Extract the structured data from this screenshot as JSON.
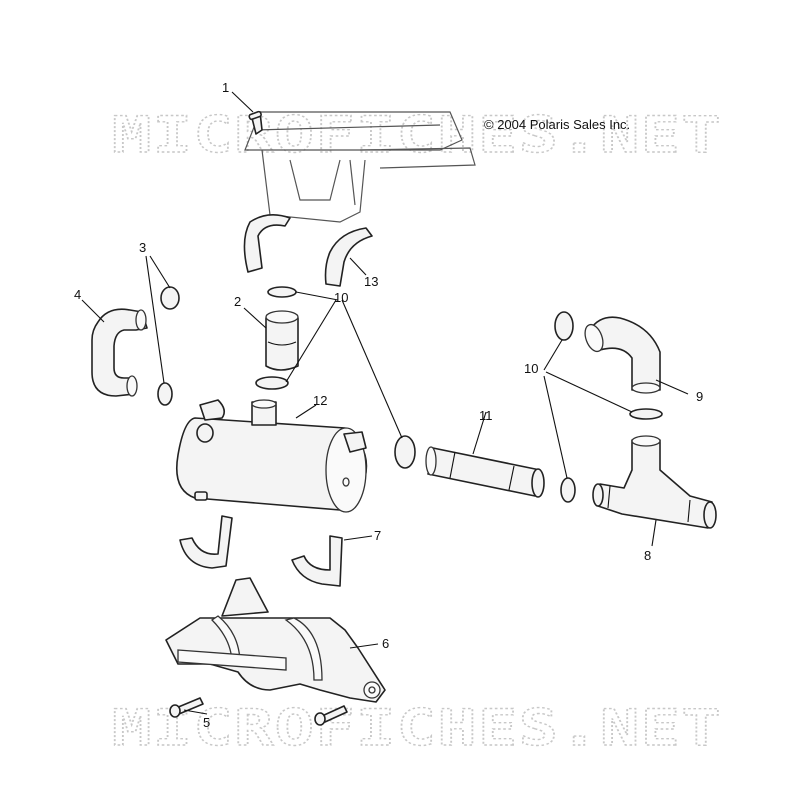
{
  "copyright": "© 2004 Polaris Sales Inc.",
  "watermark_top": "MICROFICHES.NET",
  "watermark_bottom": "MICROFICHES.NET",
  "callouts": {
    "c1": "1",
    "c2": "2",
    "c3": "3",
    "c4": "4",
    "c5": "5",
    "c6": "6",
    "c7": "7",
    "c8": "8",
    "c9": "9",
    "c10a": "10",
    "c10b": "10",
    "c11": "11",
    "c12": "12",
    "c13": "13"
  }
}
